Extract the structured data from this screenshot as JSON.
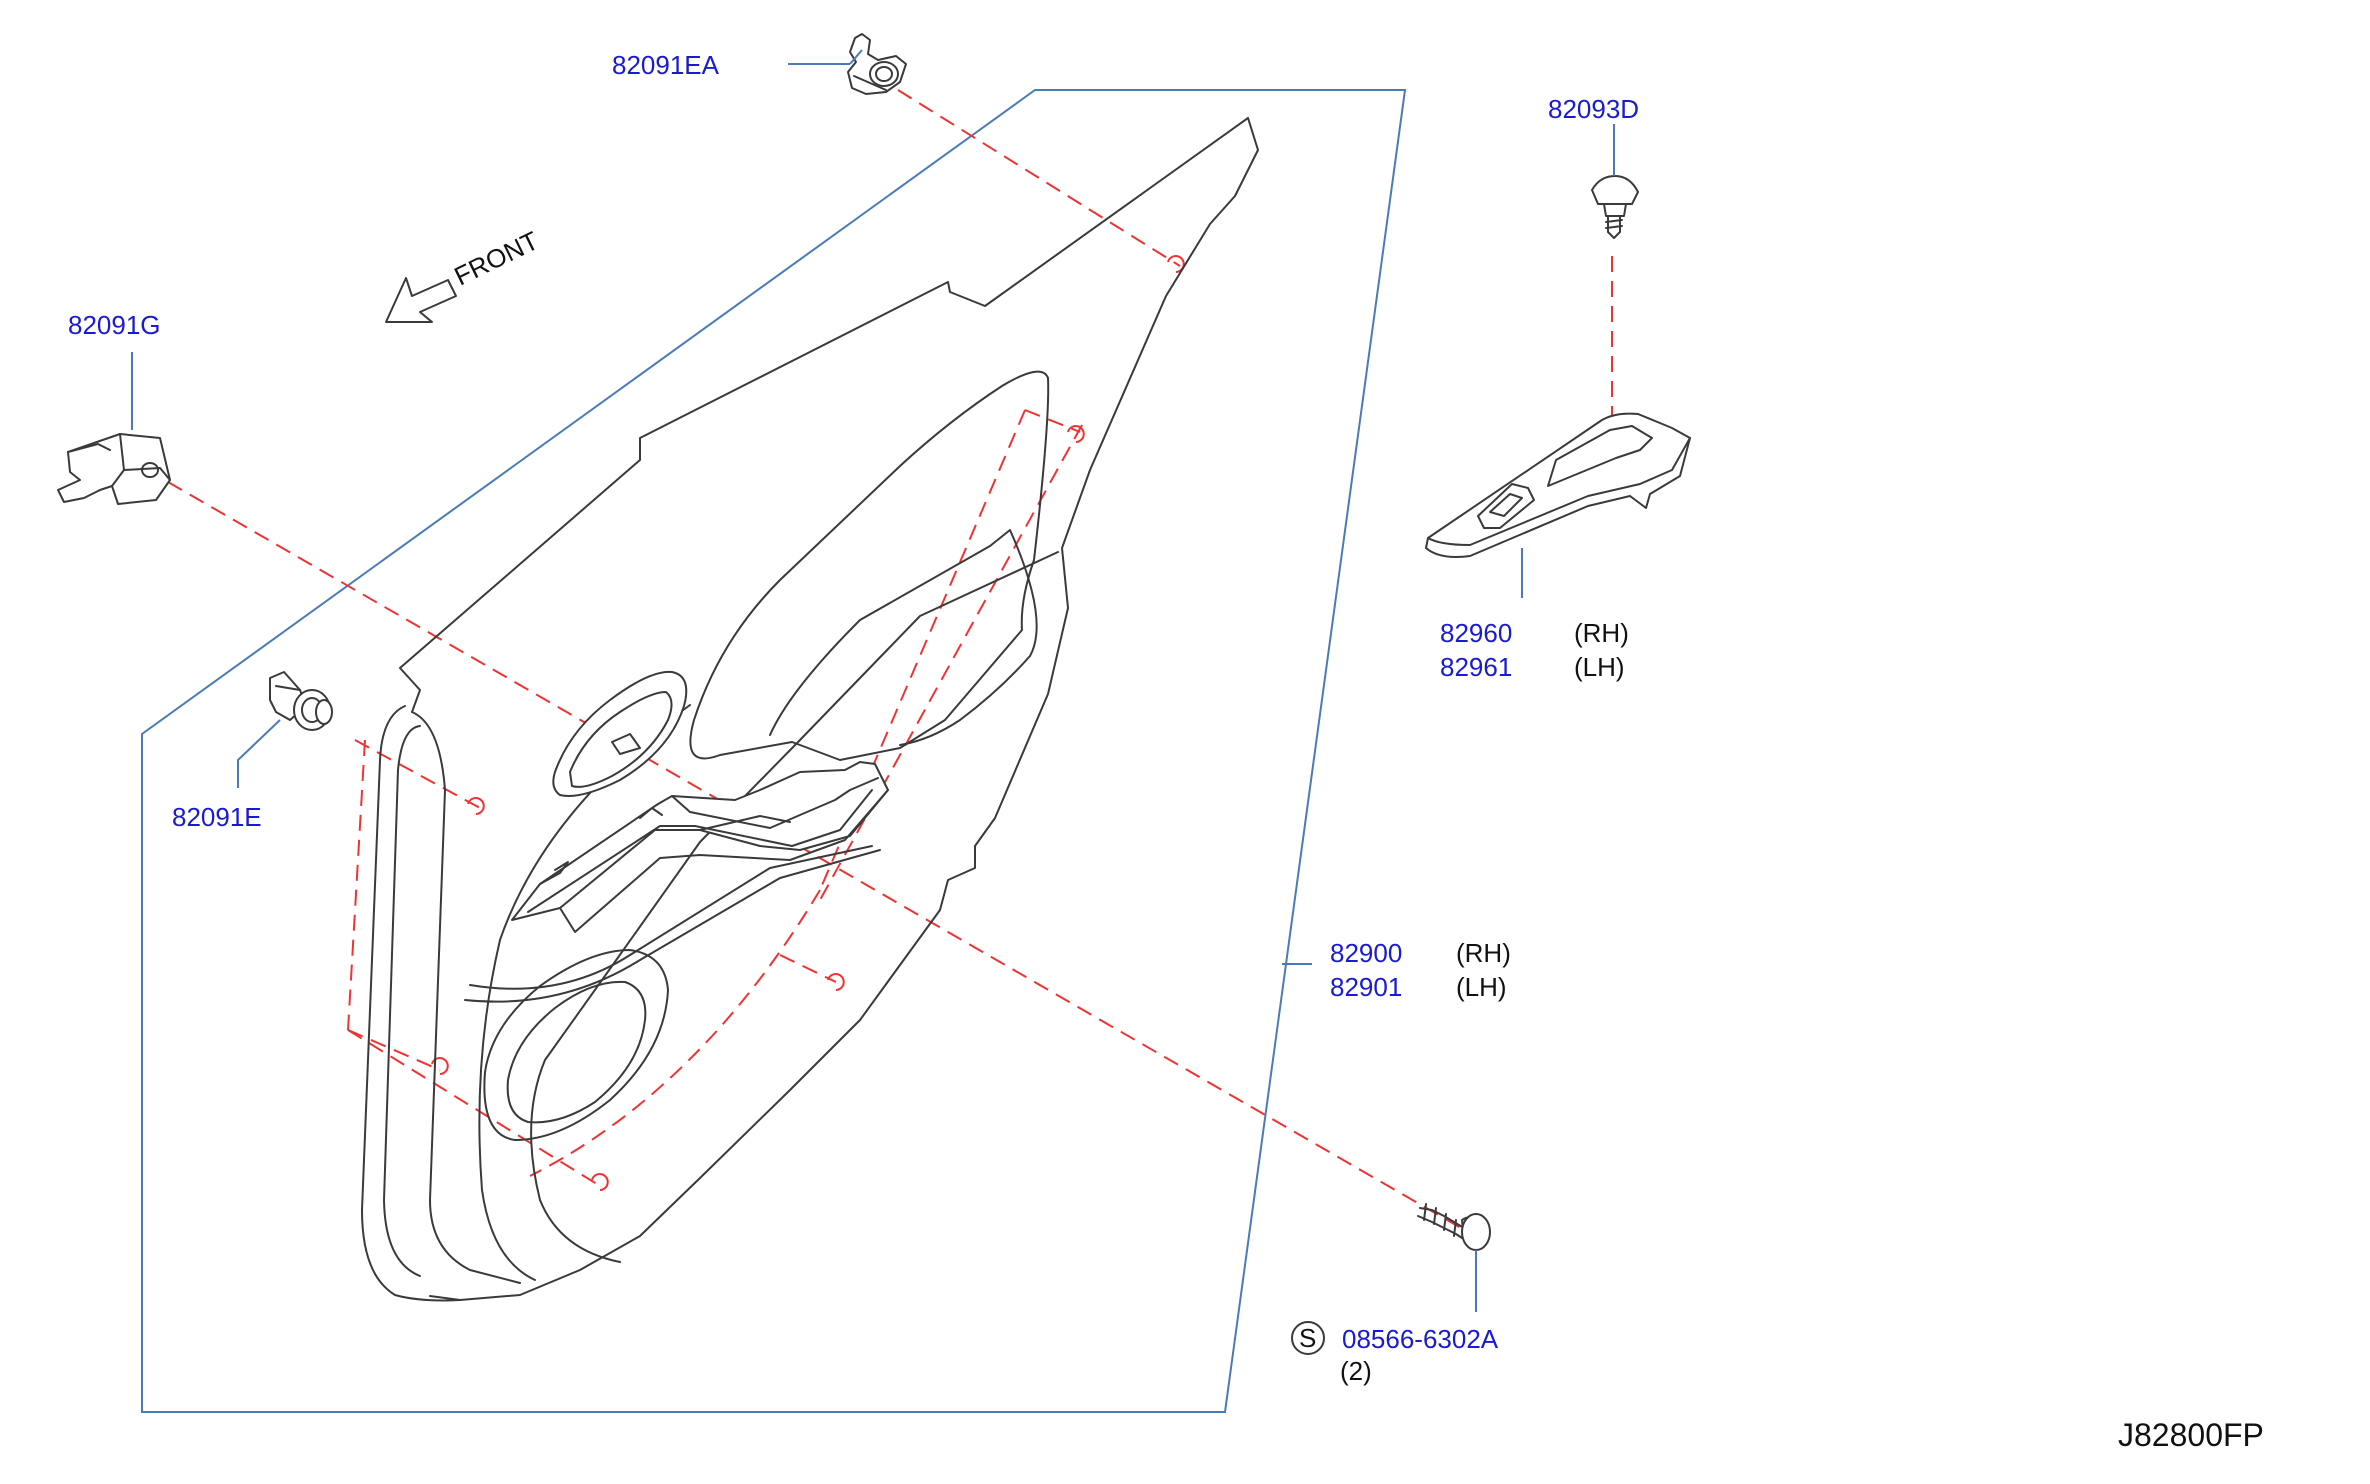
{
  "diagram": {
    "direction_label": "FRONT",
    "drawing_code": "J82800FP",
    "parts": {
      "clip_ea": {
        "number": "82091EA"
      },
      "clip_g": {
        "number": "82091G"
      },
      "clip_e": {
        "number": "82091E"
      },
      "screw_d": {
        "number": "82093D"
      },
      "finisher_rh": {
        "number": "82960",
        "side": "(RH)"
      },
      "finisher_lh": {
        "number": "82961",
        "side": "(LH)"
      },
      "trim_rh": {
        "number": "82900",
        "side": "(RH)"
      },
      "trim_lh": {
        "number": "82901",
        "side": "(LH)"
      },
      "screw_s": {
        "symbol": "S",
        "number": "08566-6302A",
        "quantity": "(2)"
      }
    }
  },
  "colors": {
    "part_number": "#1a1ad0",
    "leader_line": "#4a7bb7",
    "assembly_dash": "#ee3333",
    "outline": "#3a3a3a"
  }
}
